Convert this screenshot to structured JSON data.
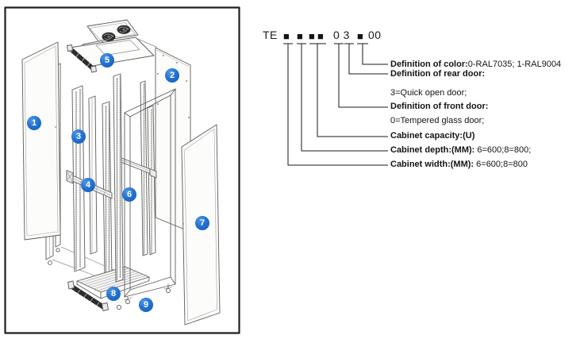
{
  "diagram": {
    "description": "Exploded view of network cabinet parts",
    "part_numbers": [
      "1",
      "2",
      "3",
      "4",
      "5",
      "6",
      "7",
      "8",
      "9"
    ],
    "badge_color": "#1e6fd2",
    "line_color": "#5c5c5c",
    "border_color": "#1f1f1f"
  },
  "code": {
    "prefix": "TE",
    "placeholders": [
      "■",
      "■",
      "■",
      "■",
      "■"
    ],
    "front_rear_digits": "0 3",
    "suffix": "00"
  },
  "legend": {
    "rows": [
      {
        "bold": "Definition of color:",
        "regular": "0-RAL7035; 1-RAL9004"
      },
      {
        "bold": "Definition of rear door:",
        "regular": ""
      },
      {
        "bold": "",
        "regular": "3=Quick open door;"
      },
      {
        "bold": "Definition of front door:",
        "regular": ""
      },
      {
        "bold": "",
        "regular": "0=Tempered glass door;"
      },
      {
        "bold": "Cabinet capacity:(U)",
        "regular": ""
      },
      {
        "bold": "Cabinet depth:(MM):",
        "regular": " 6=600;8=800;"
      },
      {
        "bold": "Cabinet width:(MM):",
        "regular": " 6=600;8=800"
      }
    ]
  }
}
